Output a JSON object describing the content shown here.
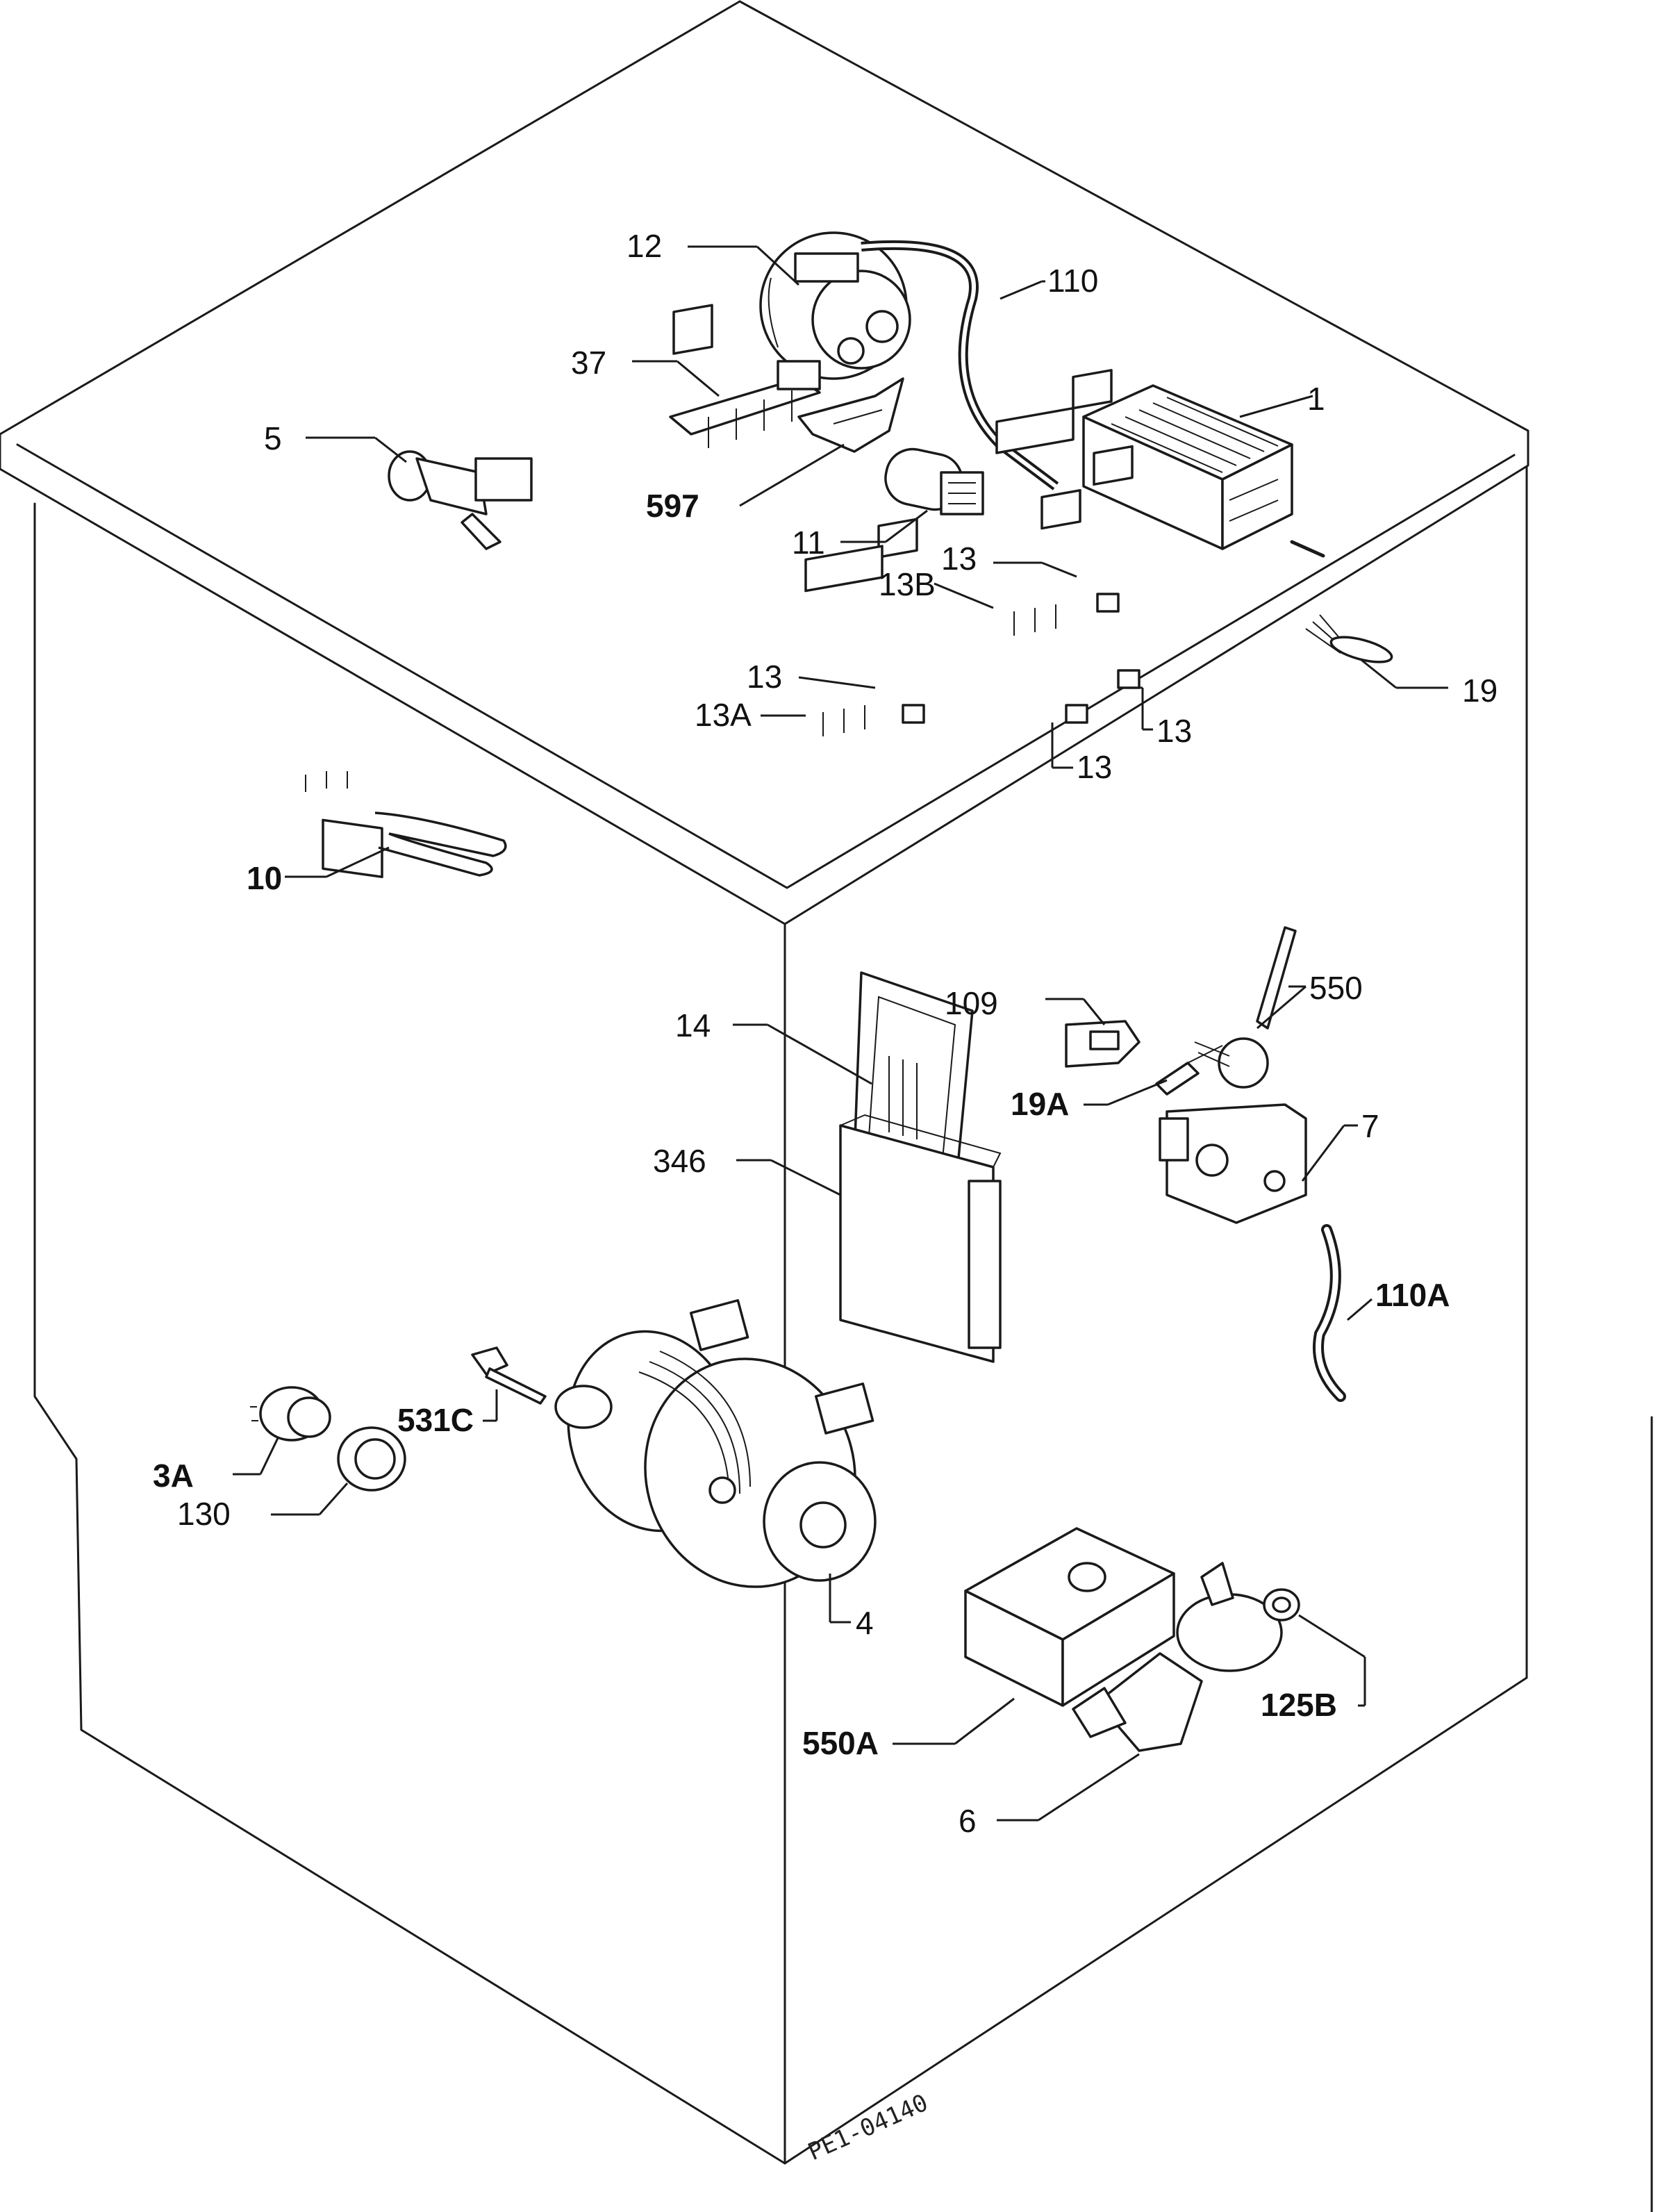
{
  "diagram": {
    "labels": {
      "l12": "12",
      "l110": "110",
      "l37": "37",
      "l5": "5",
      "l597": "597",
      "l1": "1",
      "l11": "11",
      "l13_a": "13",
      "l13B": "13B",
      "l19": "19",
      "l13_b": "13",
      "l13A": "13A",
      "l13_c": "13",
      "l13_d": "13",
      "l10": "10",
      "l109": "109",
      "l550": "550",
      "l14": "14",
      "l19A": "19A",
      "l7": "7",
      "l346": "346",
      "l110A": "110A",
      "l531C": "531C",
      "l3A": "3A",
      "l130": "130",
      "l4": "4",
      "l125B": "125B",
      "l550A": "550A",
      "l6": "6"
    },
    "drawing_code": "PE1-04140"
  }
}
